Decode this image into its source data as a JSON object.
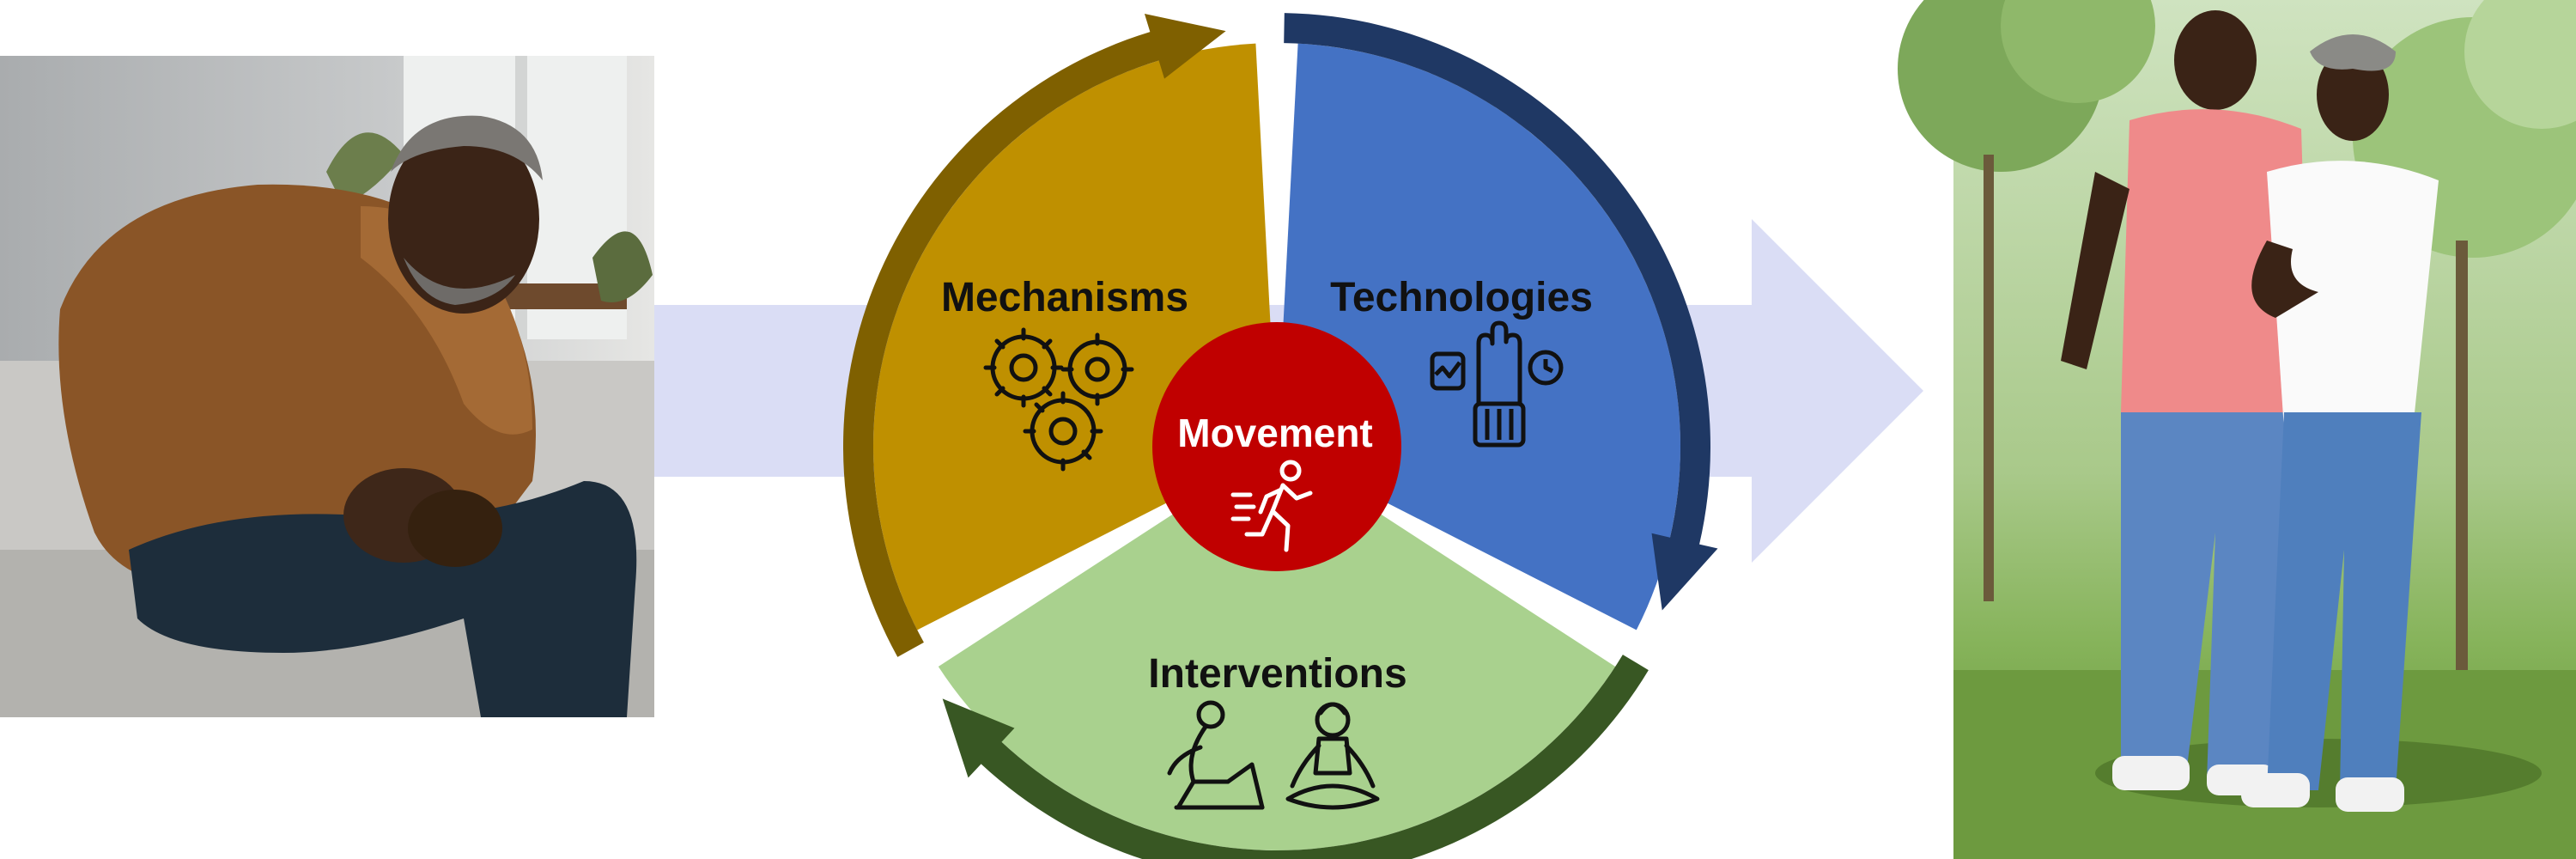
{
  "center": {
    "label": "Movement",
    "icon": "running-person-icon"
  },
  "segments": [
    {
      "label": "Mechanisms",
      "icon": "gears-icon",
      "fill": "#BF9000",
      "arrow": "#7F6000"
    },
    {
      "label": "Technologies",
      "icon": "wearable-tech-icon",
      "fill": "#4472C4",
      "arrow": "#1F3864"
    },
    {
      "label": "Interventions",
      "icon": "exercise-yoga-icon",
      "fill": "#A9D18E",
      "arrow": "#385723"
    }
  ],
  "photos": {
    "left": "man-with-knee-pain-photo",
    "right": "couple-walking-in-park-photo"
  },
  "colors": {
    "center_circle": "#C00000",
    "flow_arrow": "#DADDF5",
    "text_dark": "#111111",
    "text_light": "#FFFFFF"
  }
}
